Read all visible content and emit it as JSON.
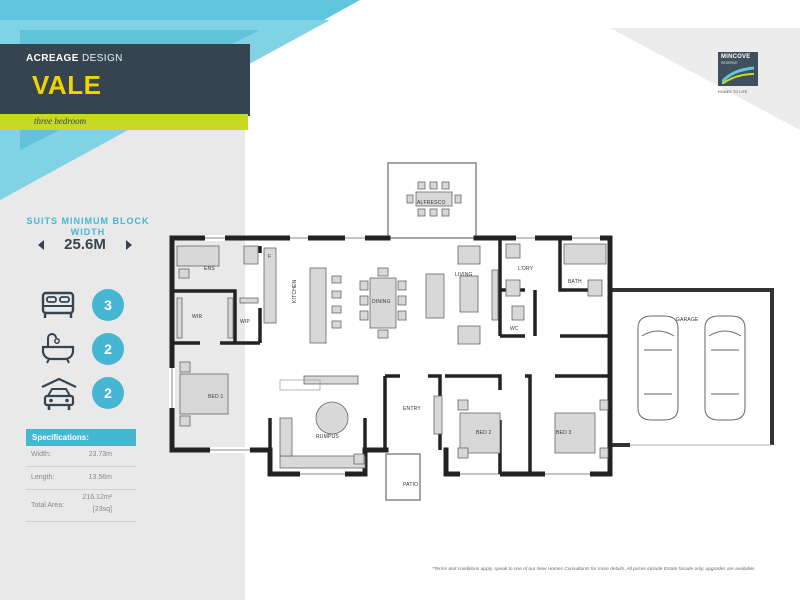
{
  "header": {
    "subtitle_bold": "ACREAGE",
    "subtitle_light": "DESIGN",
    "title": "VALE",
    "bedroom_text": "three bedroom"
  },
  "block": {
    "suits_label": "SUITS MINIMUM BLOCK WIDTH",
    "width": "25.6M"
  },
  "features": {
    "bedrooms": "3",
    "bathrooms": "2",
    "garage": "2",
    "bed_icon": "bed-icon",
    "bath_icon": "bathtub-icon",
    "car_icon": "car-garage-icon"
  },
  "specs": {
    "heading": "Specifications:",
    "rows": [
      {
        "label": "Width:",
        "value": "23.73m"
      },
      {
        "label": "Length:",
        "value": "13.56m"
      },
      {
        "label": "Total Area:",
        "value": "216.12m²",
        "value2": "[23sq]"
      }
    ]
  },
  "logo": {
    "name": "MINCOVE",
    "small": "RESERVE",
    "footer": "HOMES TO LIFE"
  },
  "plan_labels": {
    "alfresco": "ALFRESCO",
    "ens": "ENS",
    "wir": "WIR",
    "wip": "WIP",
    "kitchen": "KITCHEN",
    "dining": "DINING",
    "living": "LIVING",
    "ldry": "L'DRY",
    "bath": "BATH",
    "wc": "WC",
    "garage": "GARAGE",
    "bed1": "BED 1",
    "rumpus": "RUMPUS",
    "entry": "ENTRY",
    "bed2": "BED 2",
    "bed3": "BED 3",
    "patio": "PATIO",
    "fridge": "F"
  },
  "disclaimer": "*Terms and conditions apply, speak to one of our New Homes Consultants for more details. All prices include Estate facade only, upgrades are available.",
  "colors": {
    "accent": "#46b7d2",
    "dark": "#35444f",
    "yellow": "#f0d400",
    "lime": "#c8d923"
  }
}
